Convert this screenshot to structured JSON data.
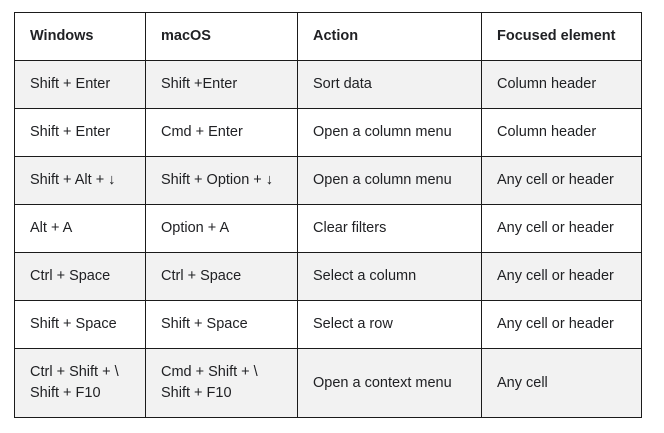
{
  "table": {
    "headers": [
      "Windows",
      "macOS",
      "Action",
      "Focused element"
    ],
    "rows": [
      [
        "Shift + Enter",
        "Shift +Enter",
        "Sort data",
        "Column header"
      ],
      [
        "Shift + Enter",
        "Cmd + Enter",
        "Open a column menu",
        "Column header"
      ],
      [
        "Shift + Alt + ↓",
        "Shift + Option + ↓",
        "Open a column menu",
        "Any cell or header"
      ],
      [
        "Alt + A",
        "Option + A",
        "Clear filters",
        "Any cell or header"
      ],
      [
        "Ctrl + Space",
        "Ctrl + Space",
        "Select a column",
        "Any cell or header"
      ],
      [
        "Shift + Space",
        "Shift + Space",
        "Select a row",
        "Any cell or header"
      ],
      [
        "Ctrl + Shift + \\\nShift + F10",
        "Cmd + Shift + \\\nShift + F10",
        "Open a context menu",
        "Any cell"
      ]
    ]
  }
}
